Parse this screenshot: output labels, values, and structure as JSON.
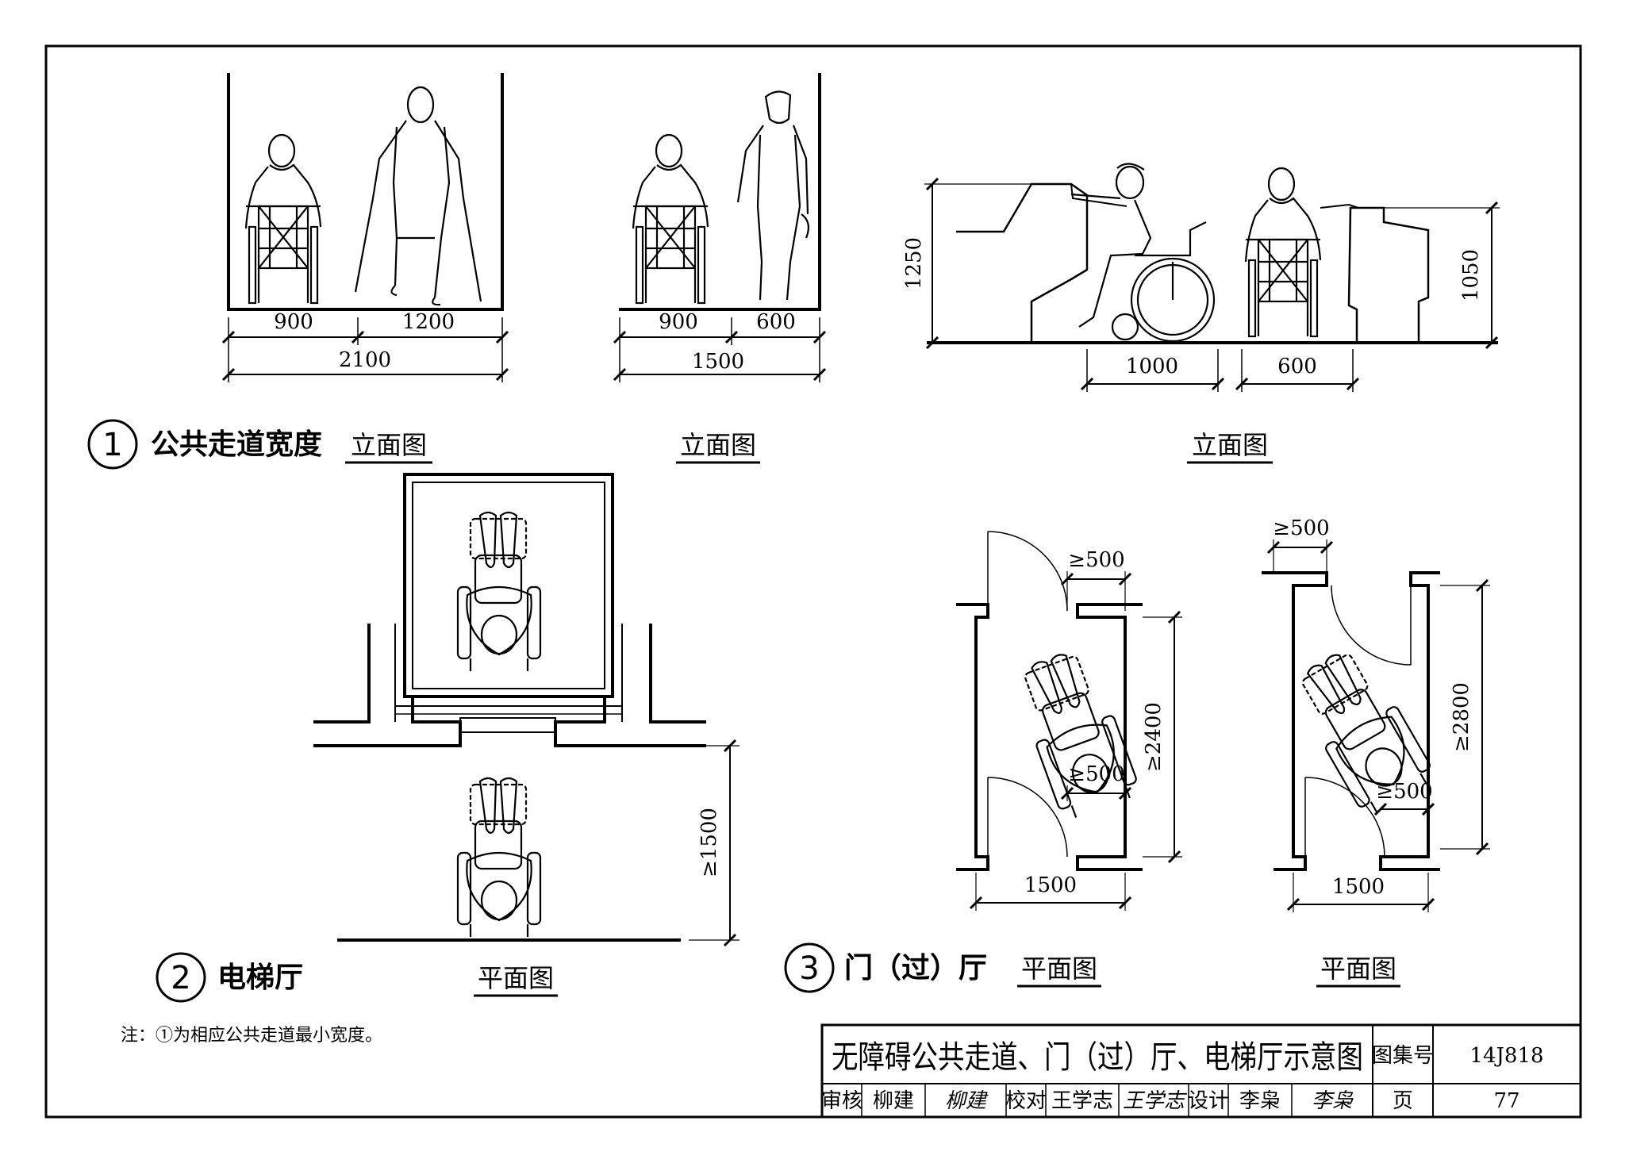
{
  "section1": {
    "number": "1",
    "title": "公共走道宽度",
    "views": [
      "立面图",
      "立面图",
      "立面图"
    ],
    "dims_a": [
      "900",
      "1200",
      "2100"
    ],
    "dims_b": [
      "900",
      "600",
      "1500"
    ],
    "dims_c": [
      "1250",
      "1050",
      "1000",
      "600"
    ]
  },
  "section2": {
    "number": "2",
    "title": "电梯厅",
    "view": "平面图",
    "dim": "≥1500"
  },
  "section3": {
    "number": "3",
    "title": "门（过）厅",
    "views": [
      "平面图",
      "平面图"
    ],
    "dims_left": [
      "≥500",
      "≥500",
      "≥2400",
      "1500"
    ],
    "dims_right": [
      "≥500",
      "≥500",
      "≥2800",
      "1500"
    ]
  },
  "note": "注：①为相应公共走道最小宽度。",
  "title_block": {
    "drawing_title": "无障碍公共走道、门（过）厅、电梯厅示意图",
    "atlas_label": "图集号",
    "atlas_no": "14J818",
    "review_label": "审核",
    "reviewer": "柳建",
    "review_sig": "柳建",
    "check_label": "校对",
    "checker": "王学志",
    "check_sig": "王学志",
    "design_label": "设计",
    "designer": "李枭",
    "design_sig": "李枭",
    "page_label": "页",
    "page_no": "77"
  }
}
